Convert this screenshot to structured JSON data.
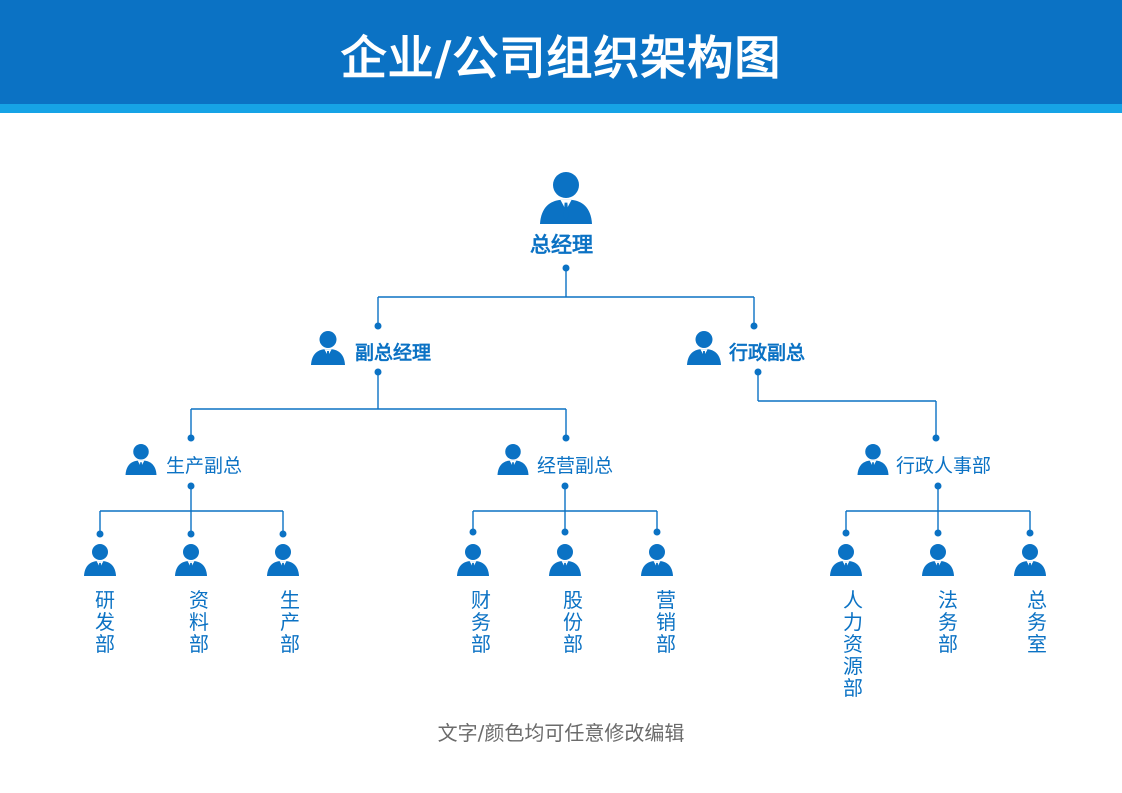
{
  "header": {
    "title": "企业/公司组织架构图"
  },
  "colors": {
    "header": "#0b72c4",
    "stripe": "#16a3e6",
    "node": "#0b72c4",
    "line": "#0b72c4",
    "footer_text": "#6b6b6b"
  },
  "icons": {
    "person": "person-icon"
  },
  "org": {
    "top": "总经理",
    "vp_left": "副总经理",
    "vp_right": "行政副总",
    "l3": [
      "生产副总",
      "经营副总",
      "行政人事部"
    ],
    "departments": [
      [
        "研发部",
        "资料部",
        "生产部"
      ],
      [
        "财务部",
        "股份部",
        "营销部"
      ],
      [
        "人力资源部",
        "法务部",
        "总务室"
      ]
    ]
  },
  "footer": {
    "note": "文字/颜色均可任意修改编辑"
  }
}
